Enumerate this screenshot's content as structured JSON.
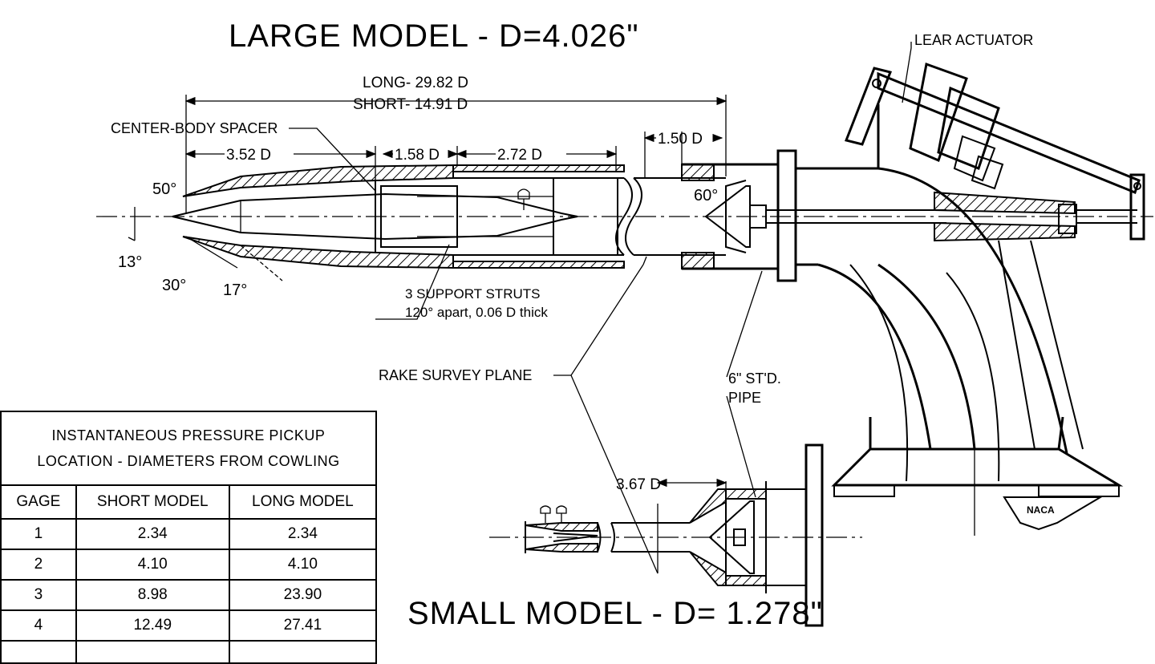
{
  "titles": {
    "large_model": "LARGE  MODEL -  D=4.026\"",
    "small_model": "SMALL  MODEL -  D= 1.278\""
  },
  "labels": {
    "lear_actuator": "LEAR ACTUATOR",
    "center_body_spacer": "CENTER-BODY  SPACER",
    "support_struts_line1": "3 SUPPORT STRUTS",
    "support_struts_line2": "120° apart, 0.06 D thick",
    "rake_survey_plane": "RAKE  SURVEY  PLANE",
    "pipe_line1": "6\" ST'D.",
    "pipe_line2": "PIPE",
    "naca_logo": "NACA"
  },
  "dimensions": {
    "long": "LONG- 29.82 D",
    "short": "SHORT- 14.91 D",
    "d352": "3.52  D",
    "d158": "1.58  D",
    "d272": "2.72  D",
    "d150": "1.50  D",
    "d367": "3.67  D",
    "d_small": "D",
    "d_small2": "D"
  },
  "angles": {
    "a50": "50°",
    "a13": "13°",
    "a30": "30°",
    "a17": "17°",
    "a60": "60°"
  },
  "table": {
    "caption_line1": "INSTANTANEOUS  PRESSURE  PICKUP",
    "caption_line2": "LOCATION - DIAMETERS  FROM  COWLING",
    "headers": [
      "GAGE",
      "SHORT  MODEL",
      "LONG  MODEL"
    ],
    "rows": [
      [
        "1",
        "2.34",
        "2.34"
      ],
      [
        "2",
        "4.10",
        "4.10"
      ],
      [
        "3",
        "8.98",
        "23.90"
      ],
      [
        "4",
        "12.49",
        "27.41"
      ]
    ]
  }
}
